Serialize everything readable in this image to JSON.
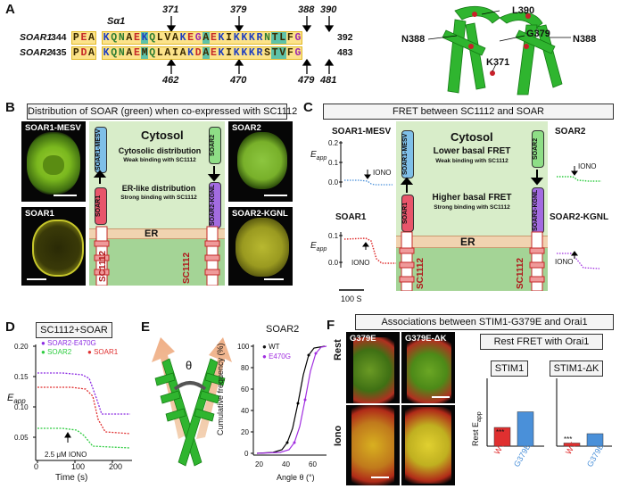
{
  "panels": {
    "A": "A",
    "B": "B",
    "C": "C",
    "D": "D",
    "E": "E",
    "F": "F"
  },
  "panelA": {
    "row1": {
      "name": "SOAR1",
      "start": "344",
      "end": "392",
      "prefix": [
        "P",
        "E",
        "A"
      ],
      "seq": [
        "K",
        "Q",
        "N",
        "A",
        "E",
        "K",
        "Q",
        "L",
        "V",
        "A",
        "K",
        "E",
        "G",
        "A",
        "E",
        "K",
        "I",
        "K",
        "K",
        "K",
        "R",
        "N",
        "T",
        "L",
        "F",
        "G"
      ]
    },
    "row2": {
      "name": "SOAR2",
      "start": "435",
      "end": "483",
      "prefix": [
        "P",
        "D",
        "A"
      ],
      "seq": [
        "K",
        "Q",
        "N",
        "A",
        "E",
        "M",
        "Q",
        "L",
        "A",
        "I",
        "A",
        "K",
        "D",
        "A",
        "E",
        "K",
        "I",
        "K",
        "K",
        "K",
        "R",
        "S",
        "T",
        "V",
        "F",
        "G"
      ]
    },
    "sa1": "Sα1",
    "top_nums": [
      "371",
      "379",
      "388",
      "390"
    ],
    "bottom_nums": [
      "462",
      "470",
      "479",
      "481"
    ],
    "structure_labels": {
      "l390": "L390",
      "n388a": "N388",
      "g379": "G379",
      "n388b": "N388",
      "k371": "K371"
    }
  },
  "panelB": {
    "title": "Distribution of SOAR (green)  when co-expressed with SC1112",
    "micro": {
      "tl": "SOAR1-MESV",
      "tr": "SOAR2",
      "bl": "SOAR1",
      "br": "SOAR2-KGNL"
    },
    "cytosol": "Cytosol",
    "cyto_dist": "Cytosolic distribution",
    "weak": "Weak binding with SC1112",
    "er_dist": "ER-like distribution",
    "strong": "Strong binding with SC1112",
    "er": "ER",
    "sc1112": "SC1112",
    "box_mesv": "SOAR1-MESV",
    "box_soar2": "SOAR2",
    "box_soar1": "SOAR1",
    "box_kgnl": "SOAR2-KGNL"
  },
  "panelC": {
    "title": "FRET between SC1112 and SOAR",
    "cytosol": "Cytosol",
    "lower": "Lower basal FRET",
    "weak": "Weak binding with SC1112",
    "higher": "Higher basal FRET",
    "strong": "Strong binding with SC1112",
    "er": "ER",
    "sc1112": "SC1112",
    "trace_labels": {
      "tl": "SOAR1-MESV",
      "tr": "SOAR2",
      "bl": "SOAR1",
      "br": "SOAR2-KGNL"
    },
    "eapp": "E",
    "eapp_sub": "app",
    "iono": "IONO",
    "ticks_tl": [
      "0.2",
      "0.1",
      "0.0"
    ],
    "ticks_bl": [
      "0.1",
      "0.0"
    ],
    "timebar": "100 S",
    "box_mesv": "SOAR1-MESV",
    "box_soar2": "SOAR2",
    "box_soar1": "SOAR1",
    "box_kgnl": "SOAR2-KGNL"
  },
  "panelD": {
    "title": "SC1112+SOAR",
    "legend": [
      "SOAR2-E470G",
      "SOAR2",
      "SOAR1"
    ],
    "legend_colors": [
      "#8b2be2",
      "#2ecc40",
      "#e03030"
    ],
    "ylabel": "E",
    "ylabel_sub": "app",
    "xlabel": "Time (s)",
    "yticks": [
      "0.20",
      "0.15",
      "0.10",
      "0.05"
    ],
    "xticks": [
      "0",
      "100",
      "200"
    ],
    "annotation": "2.5 μM IONO"
  },
  "panelE": {
    "title": "SOAR2",
    "theta": "θ",
    "legend": [
      "WT",
      "E470G"
    ],
    "ylabel": "Cumulative frequency (%)",
    "xlabel": "Angle θ (°)",
    "yticks": [
      "100",
      "80",
      "60",
      "40",
      "20",
      "0"
    ],
    "xticks": [
      "20",
      "40",
      "60"
    ]
  },
  "panelF": {
    "title": "Associations  between STIM1-G379E and Orai1",
    "micro_cols": [
      "G379E",
      "G379E-ΔK"
    ],
    "rows": [
      "Rest",
      "Iono"
    ],
    "chart_title": "Rest FRET with Orai1",
    "sub1": "STIM1",
    "sub2": "STIM1-ΔK",
    "ylabel": "Rest E",
    "ylabel_sub": "app",
    "stars": "***",
    "bars1": [
      {
        "label": "WT",
        "value": 0.3,
        "color": "#e03030"
      },
      {
        "label": "G379E",
        "value": 0.55,
        "color": "#4a90d9"
      }
    ],
    "bars2": [
      {
        "label": "WT",
        "value": 0.05,
        "color": "#e03030"
      },
      {
        "label": "G379E",
        "value": 0.2,
        "color": "#4a90d9"
      }
    ]
  }
}
